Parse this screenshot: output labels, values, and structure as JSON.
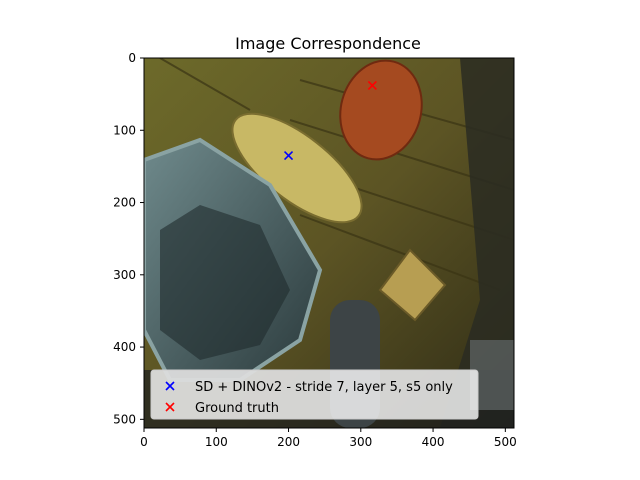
{
  "chart_data": {
    "type": "scatter",
    "title": "Image Correspondence",
    "xlabel": "",
    "ylabel": "",
    "xlim": [
      0,
      512
    ],
    "ylim": [
      512,
      0
    ],
    "x_ticks": [
      0,
      100,
      200,
      300,
      400,
      500
    ],
    "y_ticks": [
      0,
      100,
      200,
      300,
      400,
      500
    ],
    "grid": false,
    "legend_position": "lower-center",
    "background": "rendered game-scene image (wooden crates, bread loaf, red sausage, metal pot)",
    "series": [
      {
        "name": "SD + DINOv2 - stride 7, layer 5, s5 only",
        "marker": "x",
        "color": "#0000ff",
        "points": [
          {
            "x": 200,
            "y": 135
          }
        ]
      },
      {
        "name": "Ground truth",
        "marker": "x",
        "color": "#ff0000",
        "points": [
          {
            "x": 316,
            "y": 38
          }
        ]
      }
    ]
  }
}
